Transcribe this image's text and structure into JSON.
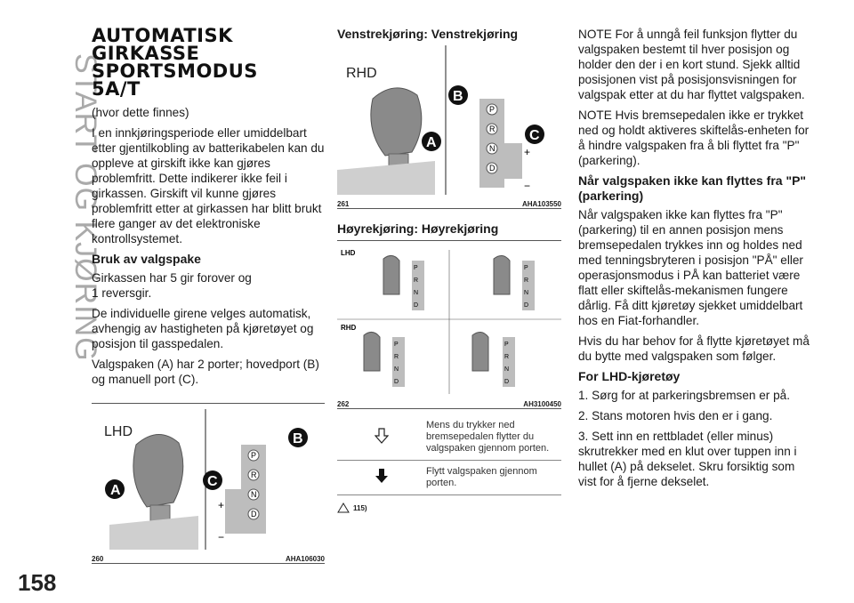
{
  "side_tab": "START OG KJØRING",
  "page_number": "158",
  "col1": {
    "title": "AUTOMATISK\nGIRKASSE\nSPORTSMODUS\n5A/T",
    "p1": "(hvor dette finnes)",
    "p2": "I en innkjøringsperiode eller umiddelbart etter gjentilkobling av batterikabelen kan du oppleve at girskift ikke kan gjøres problemfritt. Dette indikerer ikke feil i girkassen. Girskift vil kunne gjøres problemfritt etter at girkassen har blitt brukt flere ganger av det elektroniske kontrollsystemet.",
    "h1": "Bruk av valgspake",
    "p3": "Girkassen har 5 gir forover og\n1 reversgir.",
    "p4": "De individuelle girene velges automatisk, avhengig av hastigheten på kjøretøyet og posisjon til gasspedalen.",
    "p5": "Valgspaken (A) har 2 porter; hovedport (B) og manuell port (C).",
    "fig260": {
      "label_lhd": "LHD",
      "num": "260",
      "code": "AHA106030",
      "gears": [
        "P",
        "R",
        "N",
        "D"
      ],
      "plus": "+",
      "minus": "−",
      "callouts": [
        "A",
        "B",
        "C"
      ]
    }
  },
  "col2": {
    "h1": "Venstrekjøring: Venstrekjøring",
    "fig261": {
      "label": "RHD",
      "num": "261",
      "code": "AHA103550"
    },
    "h2": "Høyrekjøring: Høyrekjøring",
    "fig262": {
      "label_lhd": "LHD",
      "label_rhd": "RHD",
      "num": "262",
      "code": "AH3100450"
    },
    "legend": [
      {
        "text": "Mens du trykker ned bremsepedalen flytter du valgspaken gjennom porten.",
        "icon": "hollow-arrow-icon"
      },
      {
        "text": "Flytt valgspaken gjennom porten.",
        "icon": "solid-arrow-icon"
      }
    ],
    "footnote": "115)"
  },
  "col3": {
    "p1": "NOTE  For å unngå feil funksjon flytter du valgspaken bestemt til hver posisjon og holder den der i en kort stund. Sjekk alltid posisjonen vist på posisjonsvisningen for valgspak etter at du har flyttet valgspaken.",
    "p2": "NOTE  Hvis bremsepedalen ikke er trykket ned og holdt aktiveres skiftelås-enheten for å hindre valgspaken fra å bli flyttet fra \"P\" (parkering).",
    "h1": "Når valgspaken ikke kan flyttes fra \"P\" (parkering)",
    "p3": "Når valgspaken ikke kan flyttes fra \"P\" (parkering) til en annen posisjon mens bremsepedalen trykkes inn og holdes ned med tenningsbryteren i posisjon \"PÅ\" eller operasjonsmodus i PÅ kan batteriet være flatt eller skiftelås-mekanismen fungere dårlig. Få ditt kjøretøy sjekket umiddelbart hos en Fiat-forhandler.",
    "p4": "Hvis du har behov for å flytte kjøretøyet må du bytte med valgspaken som følger.",
    "h2": "For LHD-kjøretøy",
    "p5": "1. Sørg for at parkeringsbremsen er på.",
    "p6": "2. Stans motoren hvis den er i gang.",
    "p7": "3. Sett inn en rettbladet (eller minus) skrutrekker med en klut over tuppen inn i hullet (A) på dekselet. Skru forsiktig som vist for å fjerne dekselet."
  }
}
